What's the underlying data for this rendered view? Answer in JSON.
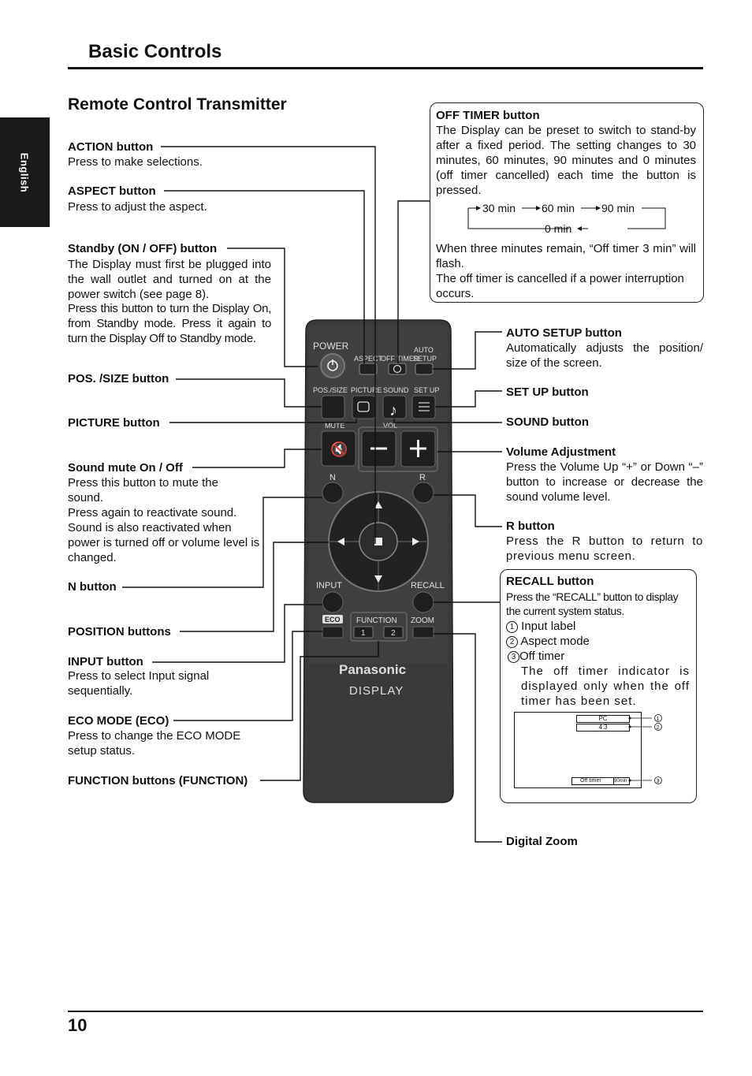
{
  "page": {
    "header_title": "Basic Controls",
    "section_title": "Remote Control Transmitter",
    "side_tab": "English",
    "page_number": "10"
  },
  "left_labels": {
    "action": {
      "title": "ACTION button",
      "text": "Press to make selections."
    },
    "aspect": {
      "title": "ASPECT button",
      "text": "Press to adjust the aspect."
    },
    "standby": {
      "title": "Standby (ON / OFF) button",
      "text1": "The Display must first be plugged into the wall outlet and turned on at the power switch (see page 8).",
      "text2": "Press this button to turn the Display On, from Standby mode. Press it again to turn the Display Off to Standby mode."
    },
    "pos_size": {
      "title": "POS. /SIZE button"
    },
    "picture": {
      "title": "PICTURE button"
    },
    "mute": {
      "title": "Sound mute On / Off",
      "text1": "Press this button to mute the sound.",
      "text2": "Press again to reactivate sound. Sound is also reactivated when power is turned off or volume level is changed."
    },
    "n": {
      "title": "N button"
    },
    "position": {
      "title": "POSITION buttons"
    },
    "input": {
      "title": "INPUT button",
      "text": "Press to select Input signal sequentially."
    },
    "eco": {
      "title": "ECO MODE (ECO)",
      "text": "Press to change the ECO MODE setup status."
    },
    "function": {
      "title": "FUNCTION buttons (FUNCTION)"
    }
  },
  "off_timer": {
    "title": "OFF TIMER button",
    "text": "The Display can be preset to switch to stand-by after a fixed period. The setting changes to 30 minutes, 60 minutes, 90 minutes and 0 minutes (off timer cancelled) each time the button is pressed.",
    "cycle": [
      "30 min",
      "60 min",
      "90 min",
      "0 min"
    ],
    "text2": "When three minutes remain, “Off timer 3 min” will flash.",
    "text3": "The off timer is cancelled if a power interruption occurs."
  },
  "right_labels": {
    "auto_setup": {
      "title": "AUTO SETUP button",
      "text": "Automatically adjusts the position/ size of the screen."
    },
    "setup": {
      "title": "SET UP button"
    },
    "sound": {
      "title": "SOUND button"
    },
    "volume": {
      "title": "Volume Adjustment",
      "text": "Press the Volume Up “+” or Down “–” button to increase or decrease the sound volume level."
    },
    "r": {
      "title": "R button",
      "text": "Press the R button to return to previous menu screen."
    },
    "zoom": {
      "title": "Digital Zoom"
    }
  },
  "recall": {
    "title": "RECALL button",
    "text": "Press the “RECALL” button to display the current system status.",
    "items": [
      "Input label",
      "Aspect mode",
      "Off timer"
    ],
    "item_marks": [
      "1",
      "2",
      "3"
    ],
    "note": "The off timer indicator is displayed only when the off timer has been set.",
    "screen": {
      "input": "PC",
      "aspect": "4:3",
      "timer_label": "Off timer",
      "timer_value": "90min"
    }
  },
  "remote": {
    "brand": "Panasonic",
    "model": "DISPLAY",
    "labels": {
      "power": "POWER",
      "aspect": "ASPECT",
      "off_timer": "OFF TIMER",
      "auto": "AUTO",
      "setup_top": "SETUP",
      "pos_size": "POS./SIZE",
      "picture": "PICTURE",
      "sound": "SOUND",
      "setup": "SET UP",
      "mute": "MUTE",
      "vol": "VOL",
      "n": "N",
      "r": "R",
      "input": "INPUT",
      "recall": "RECALL",
      "eco": "ECO",
      "function": "FUNCTION",
      "fn1": "1",
      "fn2": "2",
      "zoom": "ZOOM"
    }
  },
  "colors": {
    "remote_body": "#3a3a3a",
    "button": "#222222",
    "text": "#111111"
  }
}
